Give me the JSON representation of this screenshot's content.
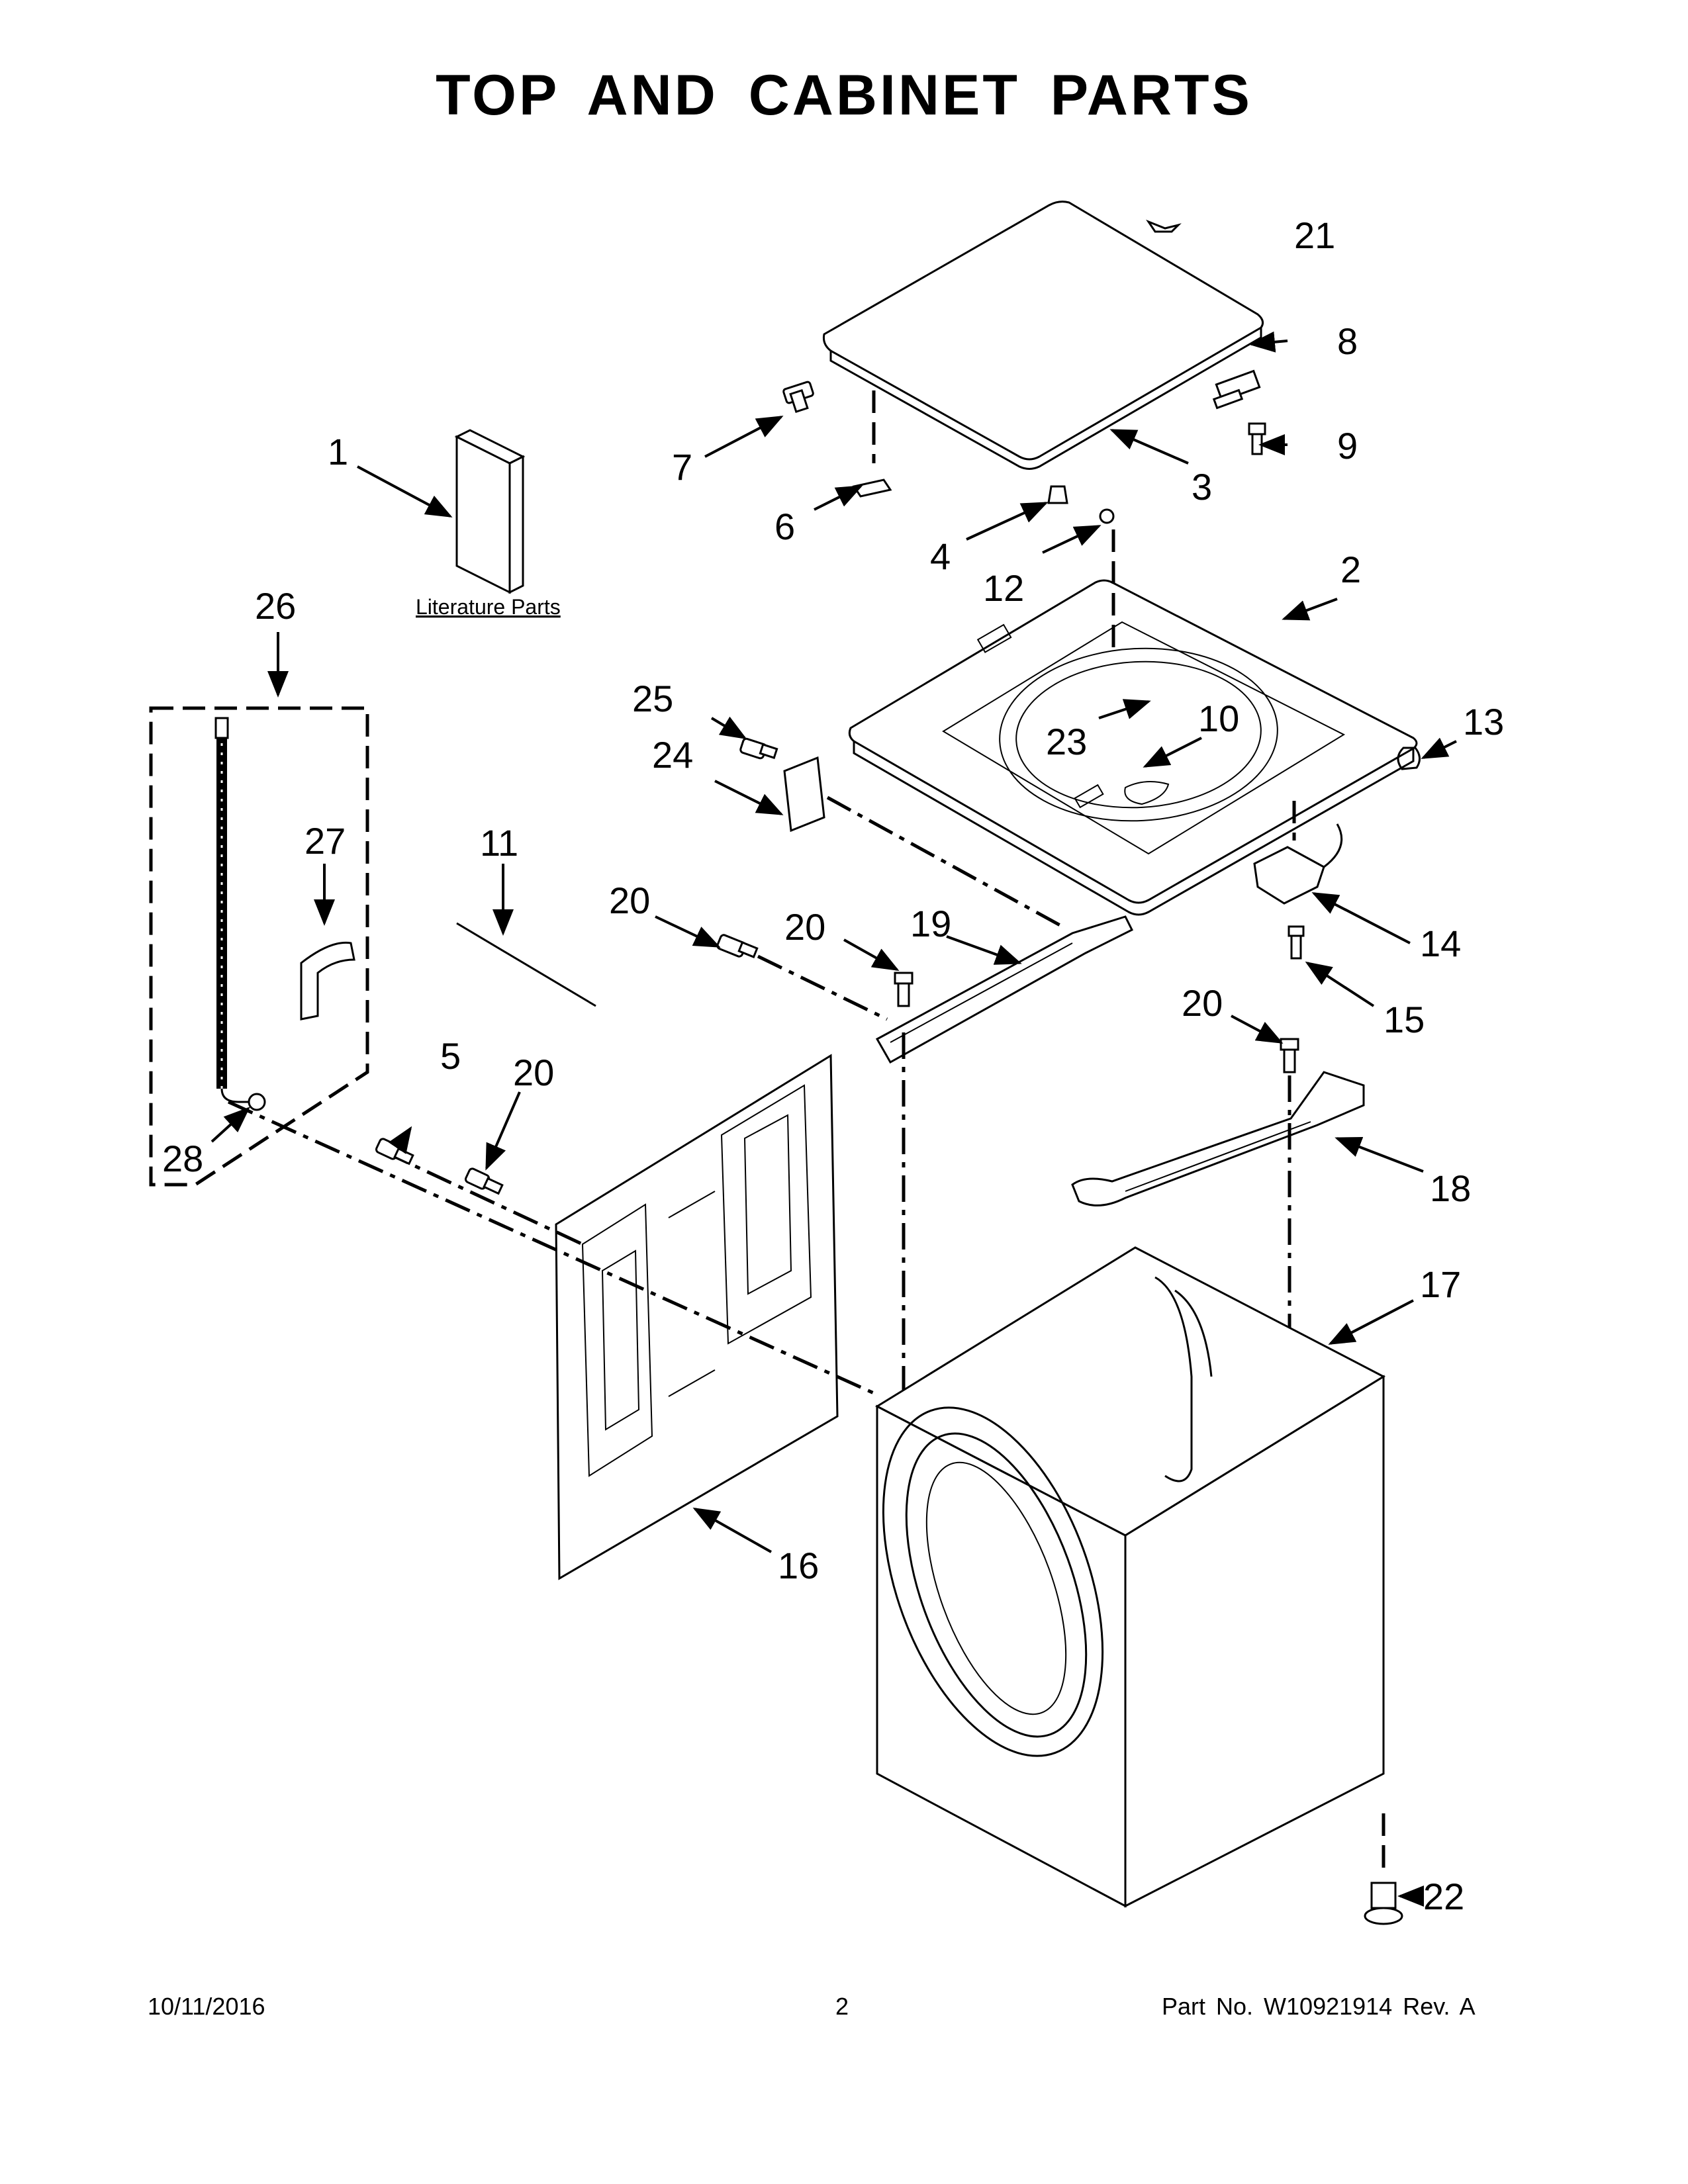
{
  "title": "TOP AND CABINET PARTS",
  "literature_label": "Literature Parts",
  "callouts": {
    "c1": "1",
    "c2": "2",
    "c3": "3",
    "c4": "4",
    "c5": "5",
    "c6": "6",
    "c7": "7",
    "c8": "8",
    "c9": "9",
    "c10": "10",
    "c11": "11",
    "c12": "12",
    "c13": "13",
    "c14": "14",
    "c15": "15",
    "c16": "16",
    "c17": "17",
    "c18": "18",
    "c19": "19",
    "c20": "20",
    "c21": "21",
    "c22": "22",
    "c23": "23",
    "c24": "24",
    "c25": "25",
    "c26": "26",
    "c27": "27",
    "c28": "28"
  },
  "footer": {
    "date": "10/11/2016",
    "page": "2",
    "part": "Part No.  W10921914  Rev.  A"
  }
}
